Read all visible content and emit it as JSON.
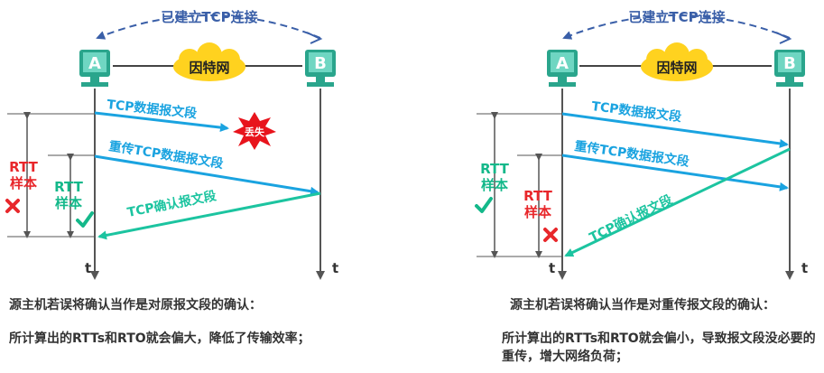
{
  "left": {
    "connection_label": "已建立TCP连接",
    "host_a": "A",
    "host_b": "B",
    "network": "因特网",
    "segment_original": "TCP数据报文段",
    "lost_badge": "丢失",
    "segment_retransmit": "重传TCP数据报文段",
    "ack": "TCP确认报文段",
    "rtt_outer": "RTT\n样本",
    "rtt_inner": "RTT\n样本",
    "time_a": "t",
    "time_b": "t",
    "caption_line1": "源主机若误将确认当作是对原报文段的确认：",
    "caption_line2": "所计算出的RTTs和RTO就会偏大，降低了传输效率；"
  },
  "right": {
    "connection_label": "已建立TCP连接",
    "host_a": "A",
    "host_b": "B",
    "network": "因特网",
    "segment_original": "TCP数据报文段",
    "segment_retransmit": "重传TCP数据报文段",
    "ack": "TCP确认报文段",
    "rtt_outer": "RTT\n样本",
    "rtt_inner": "RTT\n样本",
    "time_a": "t",
    "time_b": "t",
    "caption_line1": "源主机若误将确认当作是对重传报文段的确认：",
    "caption_line2": "所计算出的RTTs和RTO就会偏小，导致报文段没必要的重传，增大网络负荷；"
  },
  "colors": {
    "blue_arrow": "#1aa3e0",
    "green_arrow": "#1cc4a0",
    "dash_arc": "#3a5fa8",
    "computer": "#2aa58c",
    "rtt_red": "#e8272b",
    "rtt_green": "#14b88a",
    "lost_red": "#e8141c",
    "cloud_yellow": "#ffd21f"
  }
}
